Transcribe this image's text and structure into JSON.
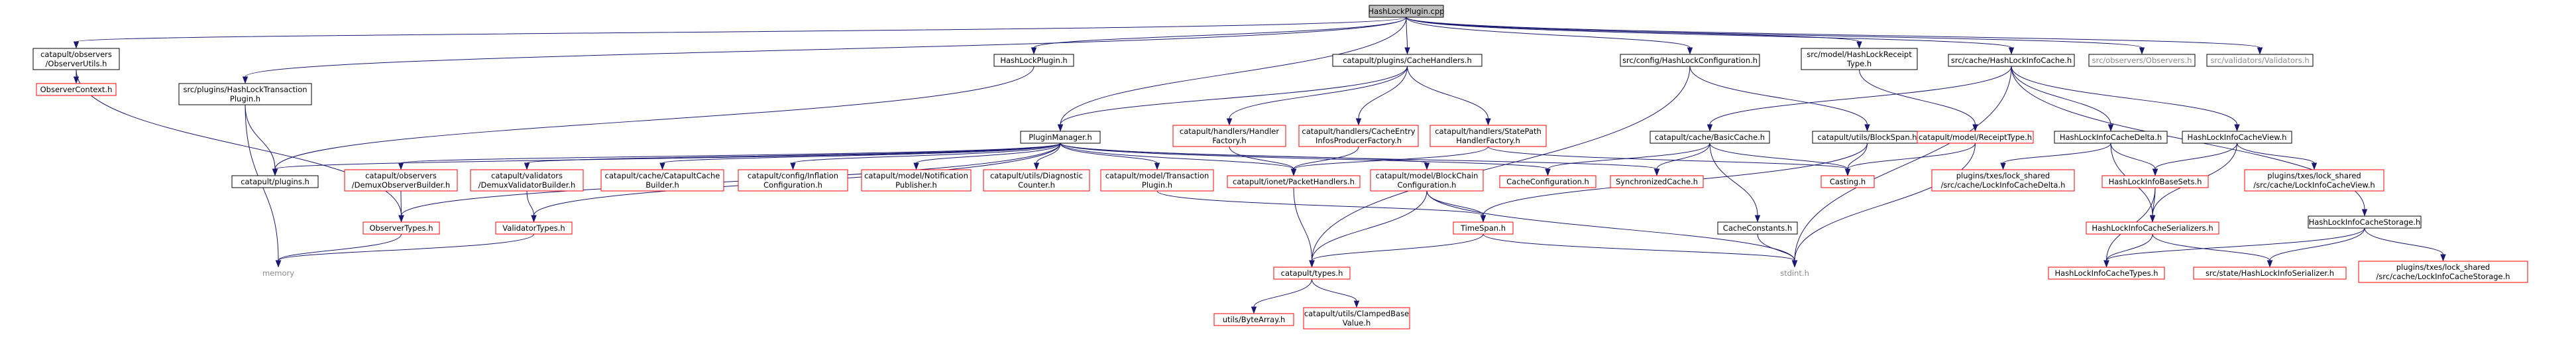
{
  "colors": {
    "edge": "#191970",
    "missing_border": "#ff0000",
    "root_fill": "#bfbfbf",
    "external_text": "#8a8a8a"
  },
  "nodes": [
    {
      "id": "root",
      "lines": [
        "HashLockPlugin.cpp"
      ],
      "kind": "root"
    },
    {
      "id": "observerutils",
      "lines": [
        "catapult/observers",
        "/ObserverUtils.h"
      ],
      "kind": "normal"
    },
    {
      "id": "hashlockplugin_h",
      "lines": [
        "HashLockPlugin.h"
      ],
      "kind": "normal"
    },
    {
      "id": "txplugin",
      "lines": [
        "src/plugins/HashLockTransaction",
        "Plugin.h"
      ],
      "kind": "normal"
    },
    {
      "id": "cachehandlers",
      "lines": [
        "catapult/plugins/CacheHandlers.h"
      ],
      "kind": "normal"
    },
    {
      "id": "hlconfig",
      "lines": [
        "src/config/HashLockConfiguration.h"
      ],
      "kind": "normal"
    },
    {
      "id": "hlreceipt",
      "lines": [
        "src/model/HashLockReceipt",
        "Type.h"
      ],
      "kind": "normal"
    },
    {
      "id": "hlinfocache",
      "lines": [
        "src/cache/HashLockInfoCache.h"
      ],
      "kind": "normal"
    },
    {
      "id": "observers_h",
      "lines": [
        "src/observers/Observers.h"
      ],
      "kind": "external"
    },
    {
      "id": "validators_h",
      "lines": [
        "src/validators/Validators.h"
      ],
      "kind": "external"
    },
    {
      "id": "observercontext",
      "lines": [
        "ObserverContext.h"
      ],
      "kind": "missing"
    },
    {
      "id": "pluginmanager",
      "lines": [
        "PluginManager.h"
      ],
      "kind": "normal"
    },
    {
      "id": "handlerfactory",
      "lines": [
        "catapult/handlers/Handler",
        "Factory.h"
      ],
      "kind": "missing"
    },
    {
      "id": "cacheentryinfos",
      "lines": [
        "catapult/handlers/CacheEntry",
        "InfosProducerFactory.h"
      ],
      "kind": "missing"
    },
    {
      "id": "statepath",
      "lines": [
        "catapult/handlers/StatePath",
        "HandlerFactory.h"
      ],
      "kind": "missing"
    },
    {
      "id": "basiccache",
      "lines": [
        "catapult/cache/BasicCache.h"
      ],
      "kind": "normal"
    },
    {
      "id": "blockspan",
      "lines": [
        "catapult/utils/BlockSpan.h"
      ],
      "kind": "normal"
    },
    {
      "id": "receipttype",
      "lines": [
        "catapult/model/ReceiptType.h"
      ],
      "kind": "missing"
    },
    {
      "id": "hlcachedelta",
      "lines": [
        "HashLockInfoCacheDelta.h"
      ],
      "kind": "normal"
    },
    {
      "id": "hlcacheview",
      "lines": [
        "HashLockInfoCacheView.h"
      ],
      "kind": "normal"
    },
    {
      "id": "plugins_h",
      "lines": [
        "catapult/plugins.h"
      ],
      "kind": "normal"
    },
    {
      "id": "demuxobs",
      "lines": [
        "catapult/observers",
        "/DemuxObserverBuilder.h"
      ],
      "kind": "missing"
    },
    {
      "id": "demuxval",
      "lines": [
        "catapult/validators",
        "/DemuxValidatorBuilder.h"
      ],
      "kind": "missing"
    },
    {
      "id": "catcachebuilder",
      "lines": [
        "catapult/cache/CatapultCache",
        "Builder.h"
      ],
      "kind": "missing"
    },
    {
      "id": "inflationconfig",
      "lines": [
        "catapult/config/Inflation",
        "Configuration.h"
      ],
      "kind": "missing"
    },
    {
      "id": "notifpublisher",
      "lines": [
        "catapult/model/Notification",
        "Publisher.h"
      ],
      "kind": "missing"
    },
    {
      "id": "diagcounter",
      "lines": [
        "catapult/utils/Diagnostic",
        "Counter.h"
      ],
      "kind": "missing"
    },
    {
      "id": "txplugin_model",
      "lines": [
        "catapult/model/Transaction",
        "Plugin.h"
      ],
      "kind": "missing"
    },
    {
      "id": "packethandlers",
      "lines": [
        "catapult/ionet/PacketHandlers.h"
      ],
      "kind": "missing"
    },
    {
      "id": "blockchainconfig",
      "lines": [
        "catapult/model/BlockChain",
        "Configuration.h"
      ],
      "kind": "missing"
    },
    {
      "id": "cacheconfig",
      "lines": [
        "CacheConfiguration.h"
      ],
      "kind": "missing"
    },
    {
      "id": "synccache",
      "lines": [
        "SynchronizedCache.h"
      ],
      "kind": "missing"
    },
    {
      "id": "casting",
      "lines": [
        "Casting.h"
      ],
      "kind": "missing"
    },
    {
      "id": "lockdelta",
      "lines": [
        "plugins/txes/lock_shared",
        "/src/cache/LockInfoCacheDelta.h"
      ],
      "kind": "missing"
    },
    {
      "id": "hlbasesets",
      "lines": [
        "HashLockInfoBaseSets.h"
      ],
      "kind": "missing"
    },
    {
      "id": "lockview",
      "lines": [
        "plugins/txes/lock_shared",
        "/src/cache/LockInfoCacheView.h"
      ],
      "kind": "missing"
    },
    {
      "id": "observertypes",
      "lines": [
        "ObserverTypes.h"
      ],
      "kind": "missing"
    },
    {
      "id": "validatortypes",
      "lines": [
        "ValidatorTypes.h"
      ],
      "kind": "missing"
    },
    {
      "id": "timespan",
      "lines": [
        "TimeSpan.h"
      ],
      "kind": "missing"
    },
    {
      "id": "cacheconstants",
      "lines": [
        "CacheConstants.h"
      ],
      "kind": "normal"
    },
    {
      "id": "hlserializers",
      "lines": [
        "HashLockInfoCacheSerializers.h"
      ],
      "kind": "missing"
    },
    {
      "id": "hlstorage",
      "lines": [
        "HashLockInfoCacheStorage.h"
      ],
      "kind": "normal"
    },
    {
      "id": "memory",
      "lines": [
        "memory"
      ],
      "kind": "plain"
    },
    {
      "id": "types_h",
      "lines": [
        "catapult/types.h"
      ],
      "kind": "missing"
    },
    {
      "id": "stdint",
      "lines": [
        "stdint.h"
      ],
      "kind": "plain"
    },
    {
      "id": "hltypes",
      "lines": [
        "HashLockInfoCacheTypes.h"
      ],
      "kind": "missing"
    },
    {
      "id": "hlserializer",
      "lines": [
        "src/state/HashLockInfoSerializer.h"
      ],
      "kind": "missing"
    },
    {
      "id": "lockstorage",
      "lines": [
        "plugins/txes/lock_shared",
        "/src/cache/LockInfoCacheStorage.h"
      ],
      "kind": "missing"
    },
    {
      "id": "bytearray",
      "lines": [
        "utils/ByteArray.h"
      ],
      "kind": "missing"
    },
    {
      "id": "clampedbase",
      "lines": [
        "catapult/utils/ClampedBase",
        "Value.h"
      ],
      "kind": "missing"
    }
  ],
  "edges": [
    [
      "root",
      "observerutils"
    ],
    [
      "root",
      "hashlockplugin_h"
    ],
    [
      "root",
      "txplugin"
    ],
    [
      "root",
      "cachehandlers"
    ],
    [
      "root",
      "hlconfig"
    ],
    [
      "root",
      "hlreceipt"
    ],
    [
      "root",
      "hlinfocache"
    ],
    [
      "root",
      "observers_h"
    ],
    [
      "root",
      "validators_h"
    ],
    [
      "root",
      "pluginmanager"
    ],
    [
      "observerutils",
      "observercontext"
    ],
    [
      "observerutils",
      "observertypes"
    ],
    [
      "hashlockplugin_h",
      "plugins_h"
    ],
    [
      "txplugin",
      "plugins_h"
    ],
    [
      "txplugin",
      "memory"
    ],
    [
      "cachehandlers",
      "handlerfactory"
    ],
    [
      "cachehandlers",
      "cacheentryinfos"
    ],
    [
      "cachehandlers",
      "statepath"
    ],
    [
      "cachehandlers",
      "pluginmanager"
    ],
    [
      "hlconfig",
      "blockspan"
    ],
    [
      "hlconfig",
      "types_h"
    ],
    [
      "hlreceipt",
      "receipttype"
    ],
    [
      "hlinfocache",
      "basiccache"
    ],
    [
      "hlinfocache",
      "hlcachedelta"
    ],
    [
      "hlinfocache",
      "hlcacheview"
    ],
    [
      "hlinfocache",
      "hlstorage"
    ],
    [
      "hlinfocache",
      "stdint"
    ],
    [
      "pluginmanager",
      "plugins_h"
    ],
    [
      "pluginmanager",
      "demuxobs"
    ],
    [
      "pluginmanager",
      "demuxval"
    ],
    [
      "pluginmanager",
      "catcachebuilder"
    ],
    [
      "pluginmanager",
      "inflationconfig"
    ],
    [
      "pluginmanager",
      "notifpublisher"
    ],
    [
      "pluginmanager",
      "diagcounter"
    ],
    [
      "pluginmanager",
      "txplugin_model"
    ],
    [
      "pluginmanager",
      "packethandlers"
    ],
    [
      "pluginmanager",
      "blockchainconfig"
    ],
    [
      "pluginmanager",
      "cacheconfig"
    ],
    [
      "pluginmanager",
      "synccache"
    ],
    [
      "pluginmanager",
      "observertypes"
    ],
    [
      "pluginmanager",
      "validatortypes"
    ],
    [
      "handlerfactory",
      "packethandlers"
    ],
    [
      "cacheentryinfos",
      "packethandlers"
    ],
    [
      "statepath",
      "packethandlers"
    ],
    [
      "statepath",
      "casting"
    ],
    [
      "basiccache",
      "cacheconfig"
    ],
    [
      "basiccache",
      "synccache"
    ],
    [
      "basiccache",
      "casting"
    ],
    [
      "basiccache",
      "cacheconstants"
    ],
    [
      "blockspan",
      "timespan"
    ],
    [
      "blockspan",
      "casting"
    ],
    [
      "receipttype",
      "casting"
    ],
    [
      "receipttype",
      "stdint"
    ],
    [
      "hlcachedelta",
      "lockdelta"
    ],
    [
      "hlcachedelta",
      "hlbasesets"
    ],
    [
      "hlcachedelta",
      "hlserializers"
    ],
    [
      "hlcacheview",
      "hlbasesets"
    ],
    [
      "hlcacheview",
      "lockview"
    ],
    [
      "hlcacheview",
      "hlserializers"
    ],
    [
      "demuxobs",
      "observertypes"
    ],
    [
      "demuxval",
      "validatortypes"
    ],
    [
      "txplugin_model",
      "timespan"
    ],
    [
      "packethandlers",
      "types_h"
    ],
    [
      "blockchainconfig",
      "types_h"
    ],
    [
      "blockchainconfig",
      "timespan"
    ],
    [
      "blockchainconfig",
      "stdint"
    ],
    [
      "observertypes",
      "memory"
    ],
    [
      "validatortypes",
      "memory"
    ],
    [
      "timespan",
      "types_h"
    ],
    [
      "timespan",
      "stdint"
    ],
    [
      "cacheconstants",
      "stdint"
    ],
    [
      "hlbasesets",
      "hlserializers"
    ],
    [
      "hlbasesets",
      "hltypes"
    ],
    [
      "hlserializers",
      "hltypes"
    ],
    [
      "hlserializers",
      "hlserializer"
    ],
    [
      "hlstorage",
      "hltypes"
    ],
    [
      "hlstorage",
      "hlserializer"
    ],
    [
      "hlstorage",
      "lockstorage"
    ],
    [
      "types_h",
      "bytearray"
    ],
    [
      "types_h",
      "clampedbase"
    ]
  ]
}
